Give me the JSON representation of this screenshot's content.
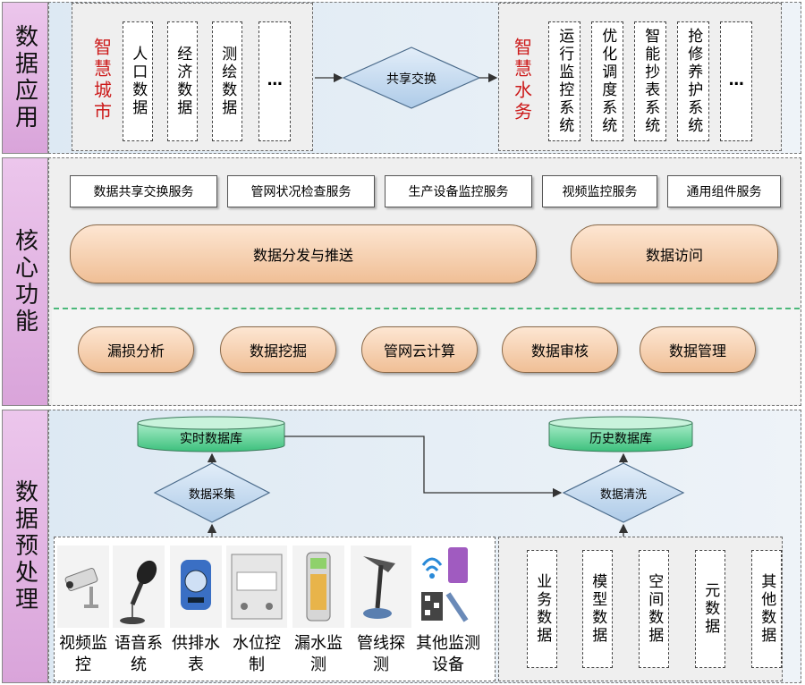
{
  "layers": {
    "data_app": "数据应用",
    "core": "核心功能",
    "preprocess": "数据预处理"
  },
  "smart_city": {
    "title": "智慧城市",
    "items": [
      "人口数据",
      "经济数据",
      "测绘数据",
      "…"
    ]
  },
  "exchange": "共享交换",
  "smart_water": {
    "title": "智慧水务",
    "items": [
      "运行监控系统",
      "优化调度系统",
      "智能抄表系统",
      "抢修养护系统",
      "…"
    ]
  },
  "services": [
    "数据共享交换服务",
    "管网状况检查服务",
    "生产设备监控服务",
    "视频监控服务",
    "通用组件服务"
  ],
  "distribute": "数据分发与推送",
  "access": "数据访问",
  "analysis": [
    "漏损分析",
    "数据挖掘",
    "管网云计算",
    "数据审核",
    "数据管理"
  ],
  "realtime_db": "实时数据库",
  "history_db": "历史数据库",
  "collect": "数据采集",
  "cleaning": "数据清洗",
  "devices": [
    "视频监控",
    "语音系统",
    "供排水表",
    "水位控制",
    "漏水监测",
    "管线探测",
    "其他监测设备"
  ],
  "datatypes": [
    "业务数据",
    "模型数据",
    "空间数据",
    "元数据",
    "其他数据"
  ],
  "colors": {
    "layer_label": "#d9a4da",
    "red_title": "#cc1a1a",
    "pill": "#f0bf96",
    "db": "#5fcf9a",
    "diamond": "#c9def3"
  }
}
